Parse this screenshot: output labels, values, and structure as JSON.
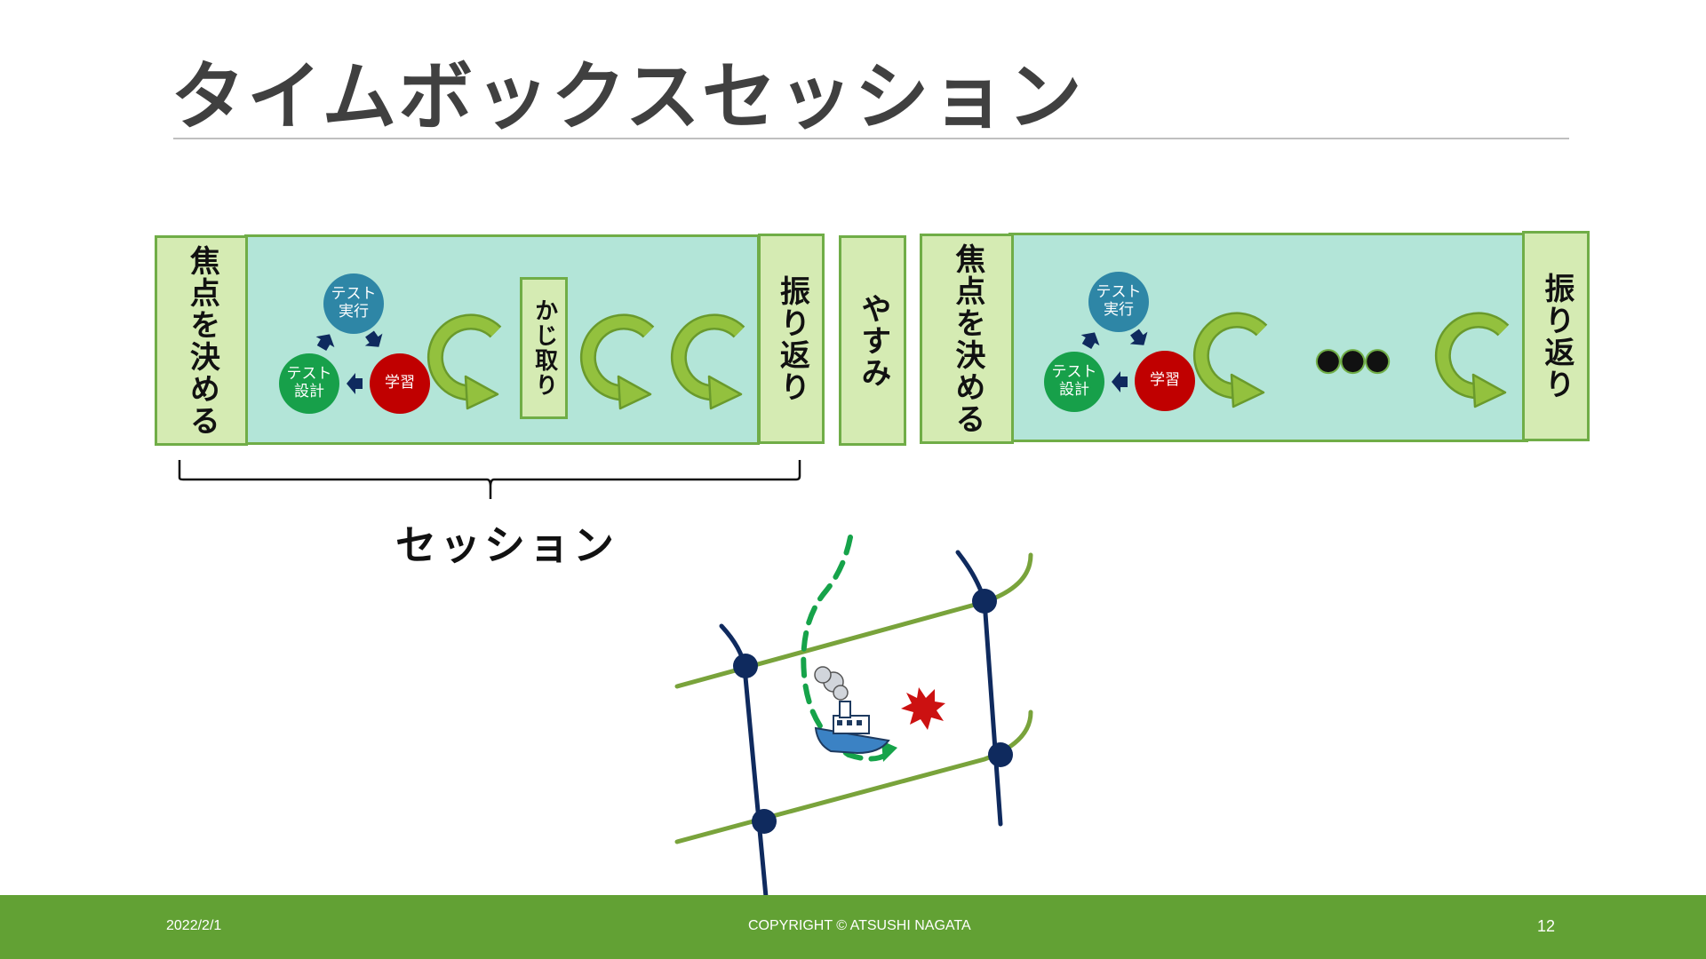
{
  "slide": {
    "title": "タイムボックスセッション",
    "session_label": "セッション"
  },
  "session_block_1": {
    "focus_label": "焦点を決める",
    "steer_label": "かじ取り",
    "review_label": "振り返り",
    "cycle": {
      "exec_label": "テスト\n実行",
      "design_label": "テスト\n設計",
      "learn_label": "学習"
    }
  },
  "break_label": "やすみ",
  "session_block_2": {
    "focus_label": "焦点を決める",
    "review_label": "振り返り",
    "ellipsis": "●●●",
    "cycle": {
      "exec_label": "テスト\n実行",
      "design_label": "テスト\n設計",
      "learn_label": "学習"
    }
  },
  "footer": {
    "date": "2022/2/1",
    "copyright": "COPYRIGHT © ATSUSHI NAGATA",
    "page_number": "12"
  },
  "colors": {
    "panel_fill": "#b3e5d8",
    "box_fill": "#d5ebb3",
    "border_green": "#70ad47",
    "arrow_green": "#8cbd3b",
    "footer_green": "#62a134",
    "exec_blue": "#2e86a6",
    "design_green": "#17a04a",
    "learn_red": "#c00000",
    "navy": "#0f2a5e"
  }
}
